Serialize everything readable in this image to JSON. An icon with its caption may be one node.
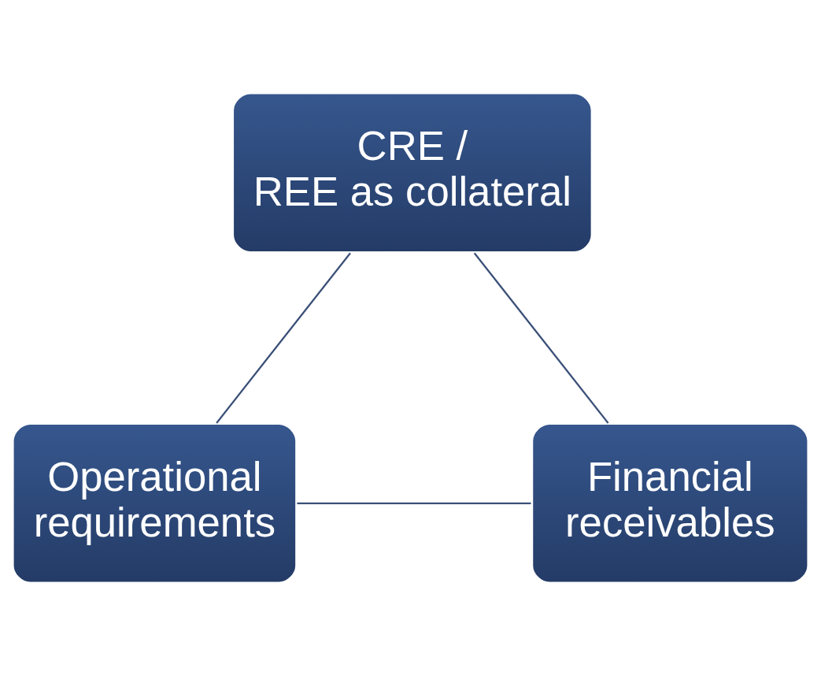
{
  "diagram": {
    "nodes": [
      {
        "text": [
          "CRE / REE as collateral"
        ]
      },
      {
        "text": [
          "Financial receivables"
        ]
      },
      {
        "text": [
          "Operational requirements"
        ]
      }
    ],
    "edges": [
      {
        "from": 0,
        "to": 2,
        "arrow": "none"
      },
      {
        "from": 2,
        "to": 1,
        "arrow": "none"
      },
      {
        "from": 1,
        "to": 0,
        "arrow": "none"
      }
    ]
  }
}
